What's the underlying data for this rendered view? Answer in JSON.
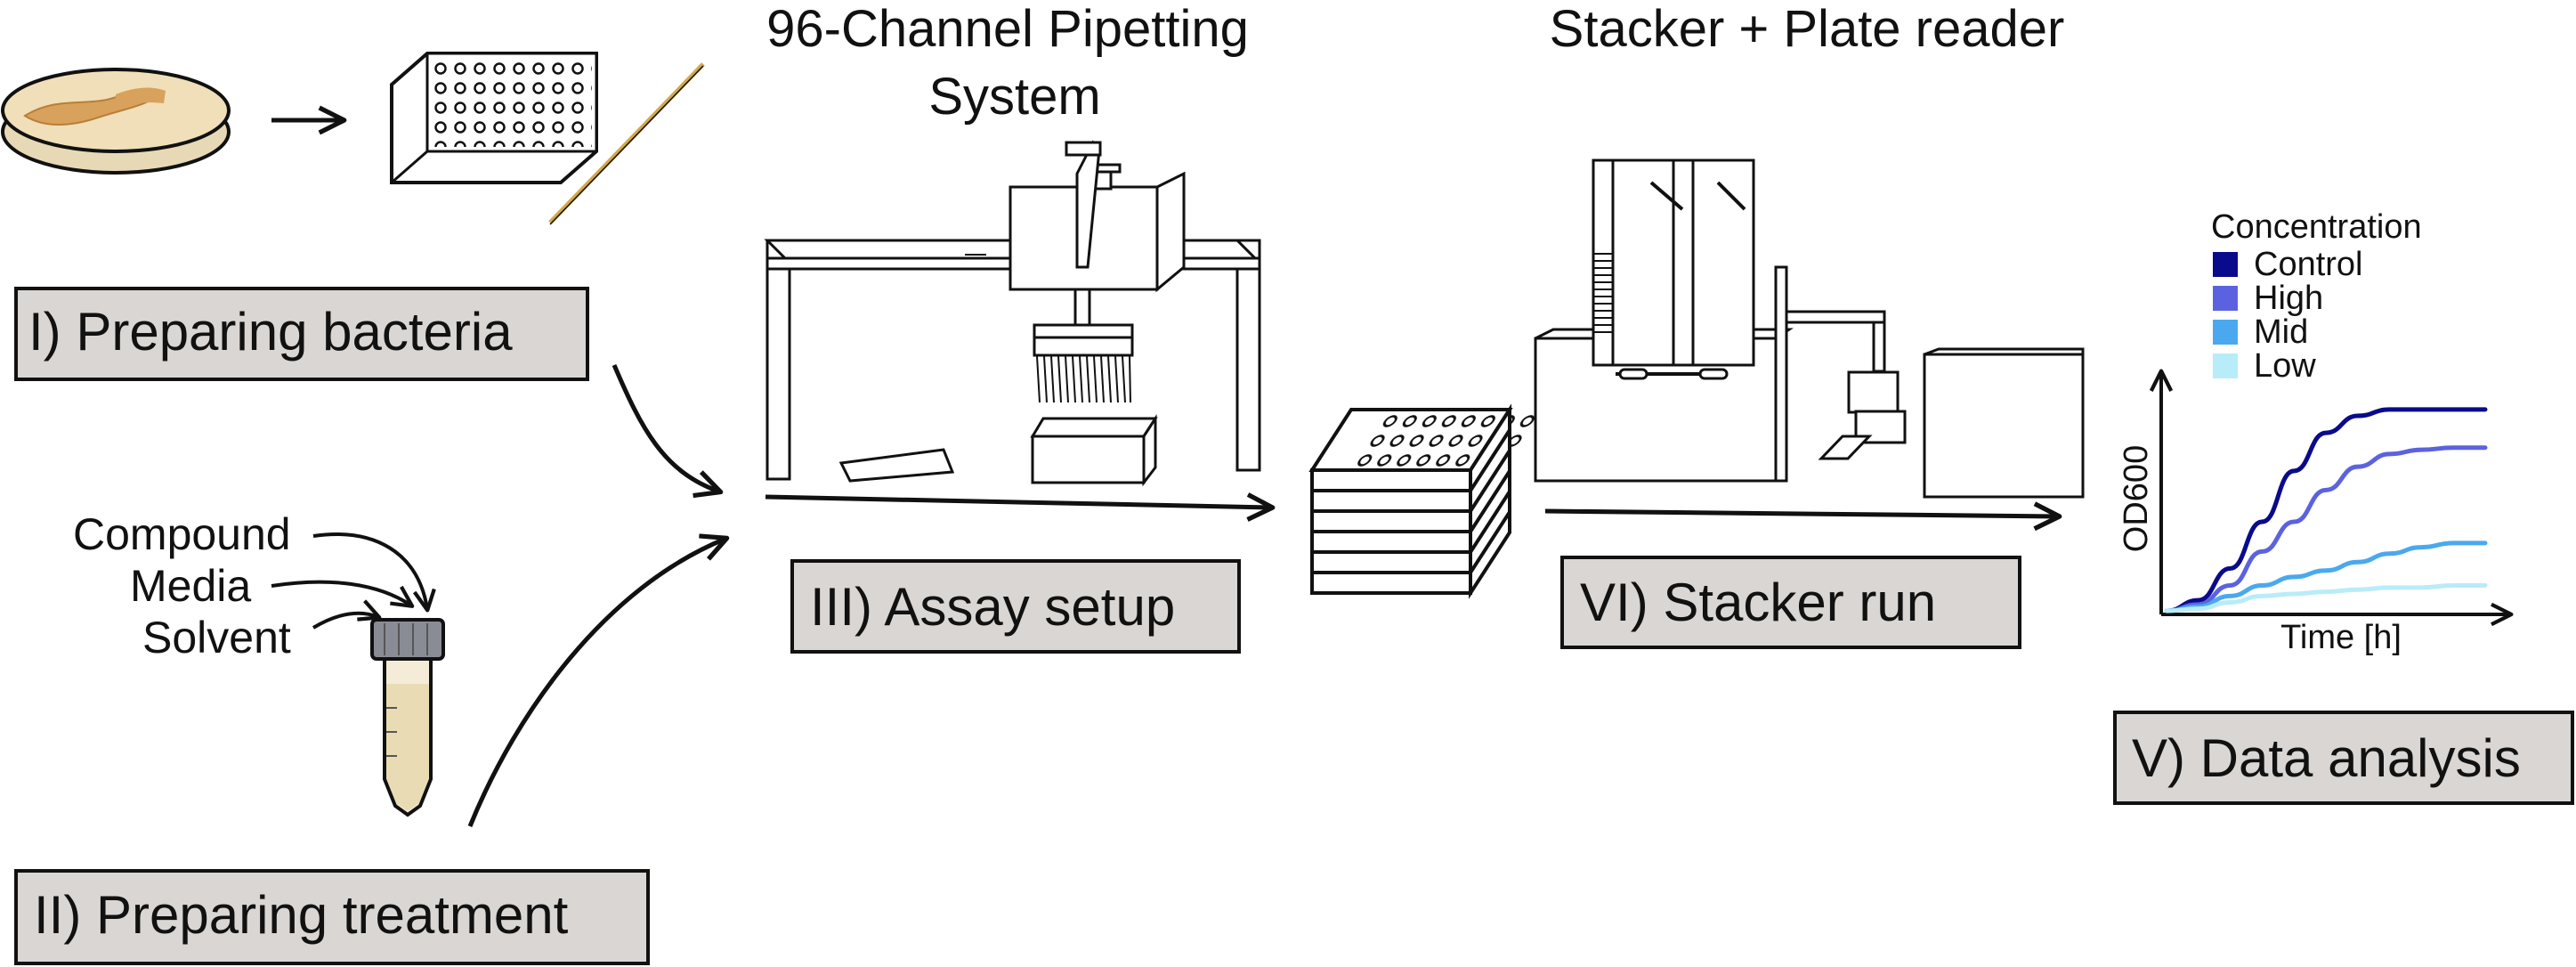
{
  "steps": {
    "preparing_bacteria": "I) Preparing bacteria",
    "preparing_treatment": "II) Preparing treatment",
    "assay_setup": "III) Assay setup",
    "stacker_run": "VI) Stacker run",
    "data_analysis": "V) Data analysis"
  },
  "headings": {
    "pipetting_line1": "96-Channel Pipetting",
    "pipetting_line2": "System",
    "stacker": "Stacker + Plate reader"
  },
  "treatment_inputs": [
    "Compound",
    "Media",
    "Solvent"
  ],
  "chart_data": {
    "type": "line",
    "title": "",
    "xlabel": "Time [h]",
    "ylabel": "OD600",
    "legend_title": "Concentration",
    "legend_position": "top-left",
    "grid": false,
    "xlim": [
      0,
      10
    ],
    "ylim": [
      0,
      1
    ],
    "x": [
      0,
      1,
      2,
      3,
      4,
      5,
      6,
      7,
      8,
      9,
      10
    ],
    "series": [
      {
        "name": "Control",
        "color": "#0a0a8c",
        "values": [
          0.0,
          0.05,
          0.2,
          0.42,
          0.66,
          0.84,
          0.92,
          0.95,
          0.95,
          0.95,
          0.95
        ]
      },
      {
        "name": "High",
        "color": "#5b62e0",
        "values": [
          0.0,
          0.03,
          0.12,
          0.28,
          0.42,
          0.57,
          0.68,
          0.74,
          0.76,
          0.77,
          0.77
        ]
      },
      {
        "name": "Mid",
        "color": "#4aa9ee",
        "values": [
          0.0,
          0.02,
          0.07,
          0.12,
          0.16,
          0.19,
          0.23,
          0.27,
          0.3,
          0.32,
          0.32
        ]
      },
      {
        "name": "Low",
        "color": "#b8ecf8",
        "values": [
          0.0,
          0.01,
          0.04,
          0.07,
          0.08,
          0.09,
          0.1,
          0.11,
          0.11,
          0.12,
          0.12
        ]
      }
    ]
  }
}
